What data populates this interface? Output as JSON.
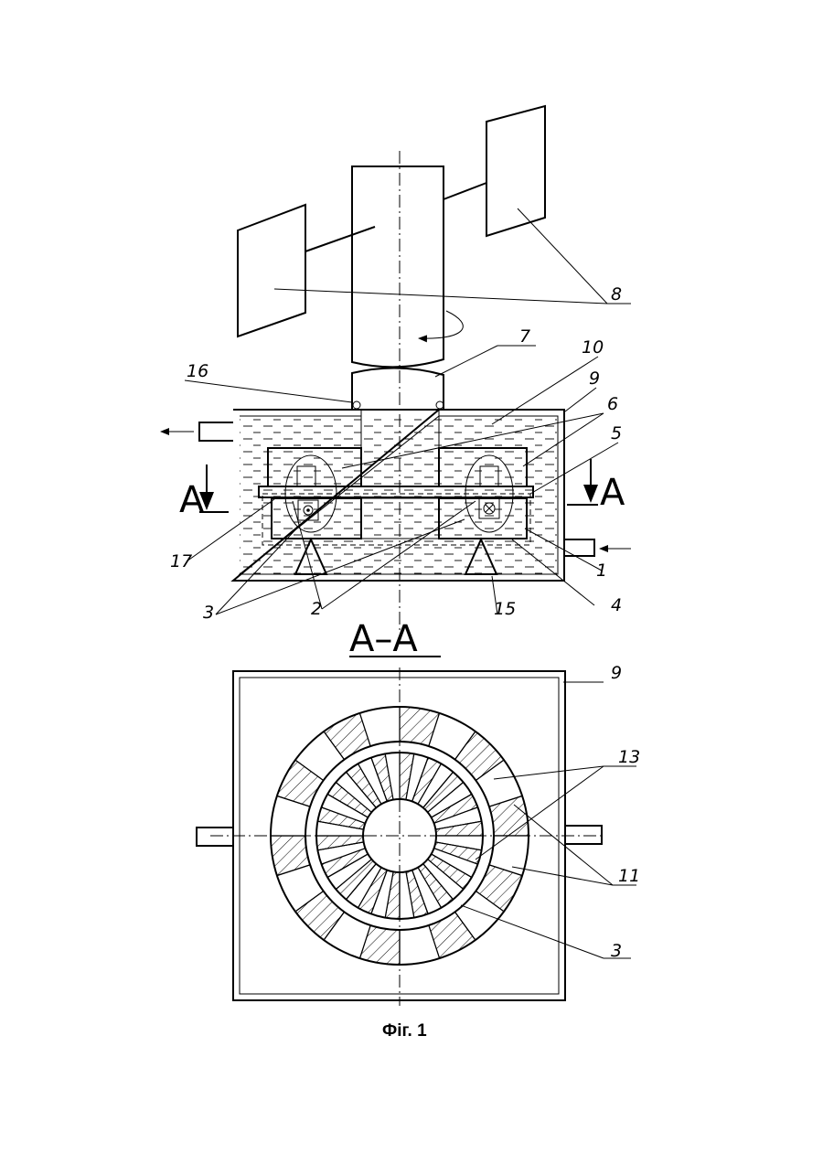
{
  "labels": {
    "l1": "1",
    "l2": "2",
    "l3a": "3",
    "l3b": "3",
    "l4": "4",
    "l5": "5",
    "l6": "6",
    "l7": "7",
    "l8": "8",
    "l9a": "9",
    "l9b": "9",
    "l10": "10",
    "l11": "11",
    "l13": "13",
    "l15": "15",
    "l16": "16",
    "l17": "17"
  },
  "section": {
    "left_marker": "A",
    "right_marker": "A",
    "title": "A–A"
  },
  "caption": "Фіг. 1"
}
